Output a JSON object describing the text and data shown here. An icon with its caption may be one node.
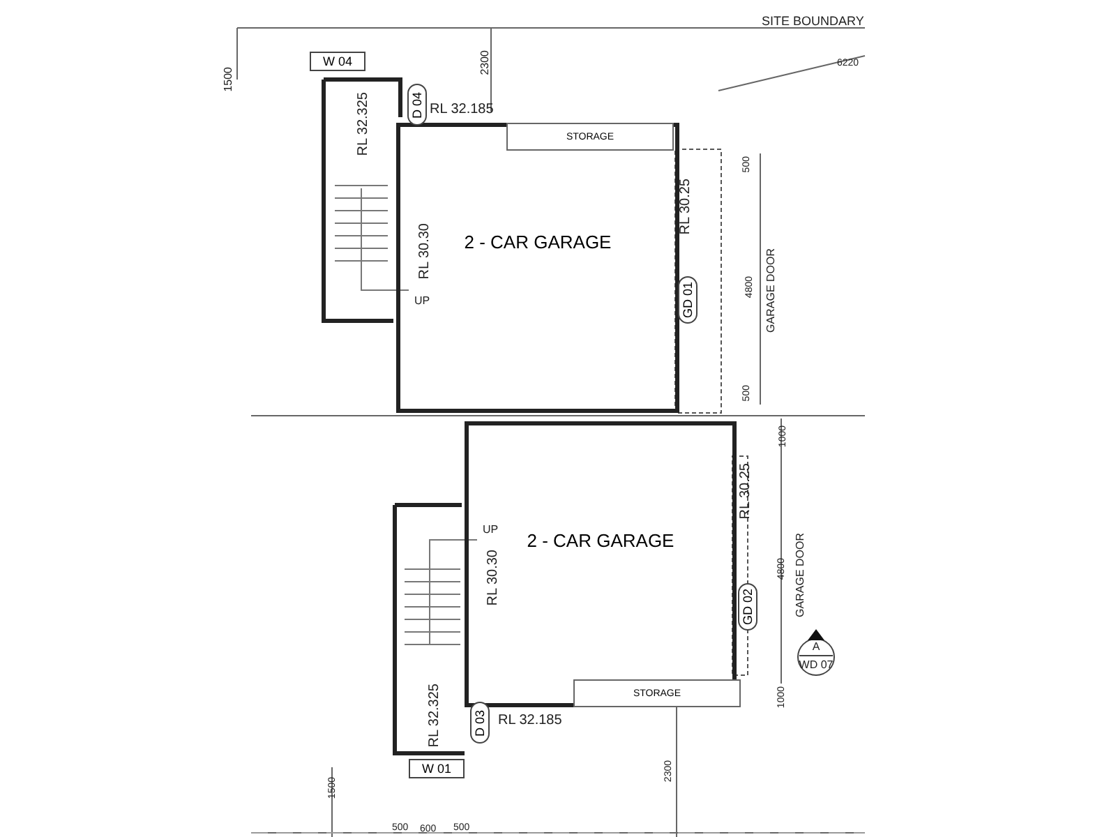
{
  "diagram": {
    "nodes": [
      {
        "text": [
          "2 - CAR GARAGE"
        ]
      },
      {
        "text": [
          "STORAGE"
        ],
        "in": 0
      },
      {
        "text": [
          "2 - CAR GARAGE"
        ]
      },
      {
        "text": [
          "STORAGE"
        ],
        "in": 2
      },
      {
        "text": [
          "W 04"
        ]
      },
      {
        "text": [
          "D 04"
        ]
      },
      {
        "text": [
          "GD 01"
        ]
      },
      {
        "text": [
          "W 01"
        ]
      },
      {
        "text": [
          "D 03"
        ]
      },
      {
        "text": [
          "GD 02"
        ]
      },
      {
        "text": [
          "A",
          "WD 07"
        ]
      }
    ],
    "labels": [
      "1500",
      "2300",
      "SITE BOUNDARY",
      "6220",
      "RL 32.325",
      "RL 32.185",
      "500",
      "RL 30.25",
      "RL 30.30",
      "UP",
      "4800",
      "GARAGE DOOR",
      "500",
      "1000",
      "RL 30.25",
      "UP",
      "RL 30.30",
      "4800",
      "GARAGE DOOR",
      "RL 32.325",
      "RL 32.185",
      "1000",
      "1500",
      "2300",
      "500",
      "600",
      "500"
    ]
  }
}
